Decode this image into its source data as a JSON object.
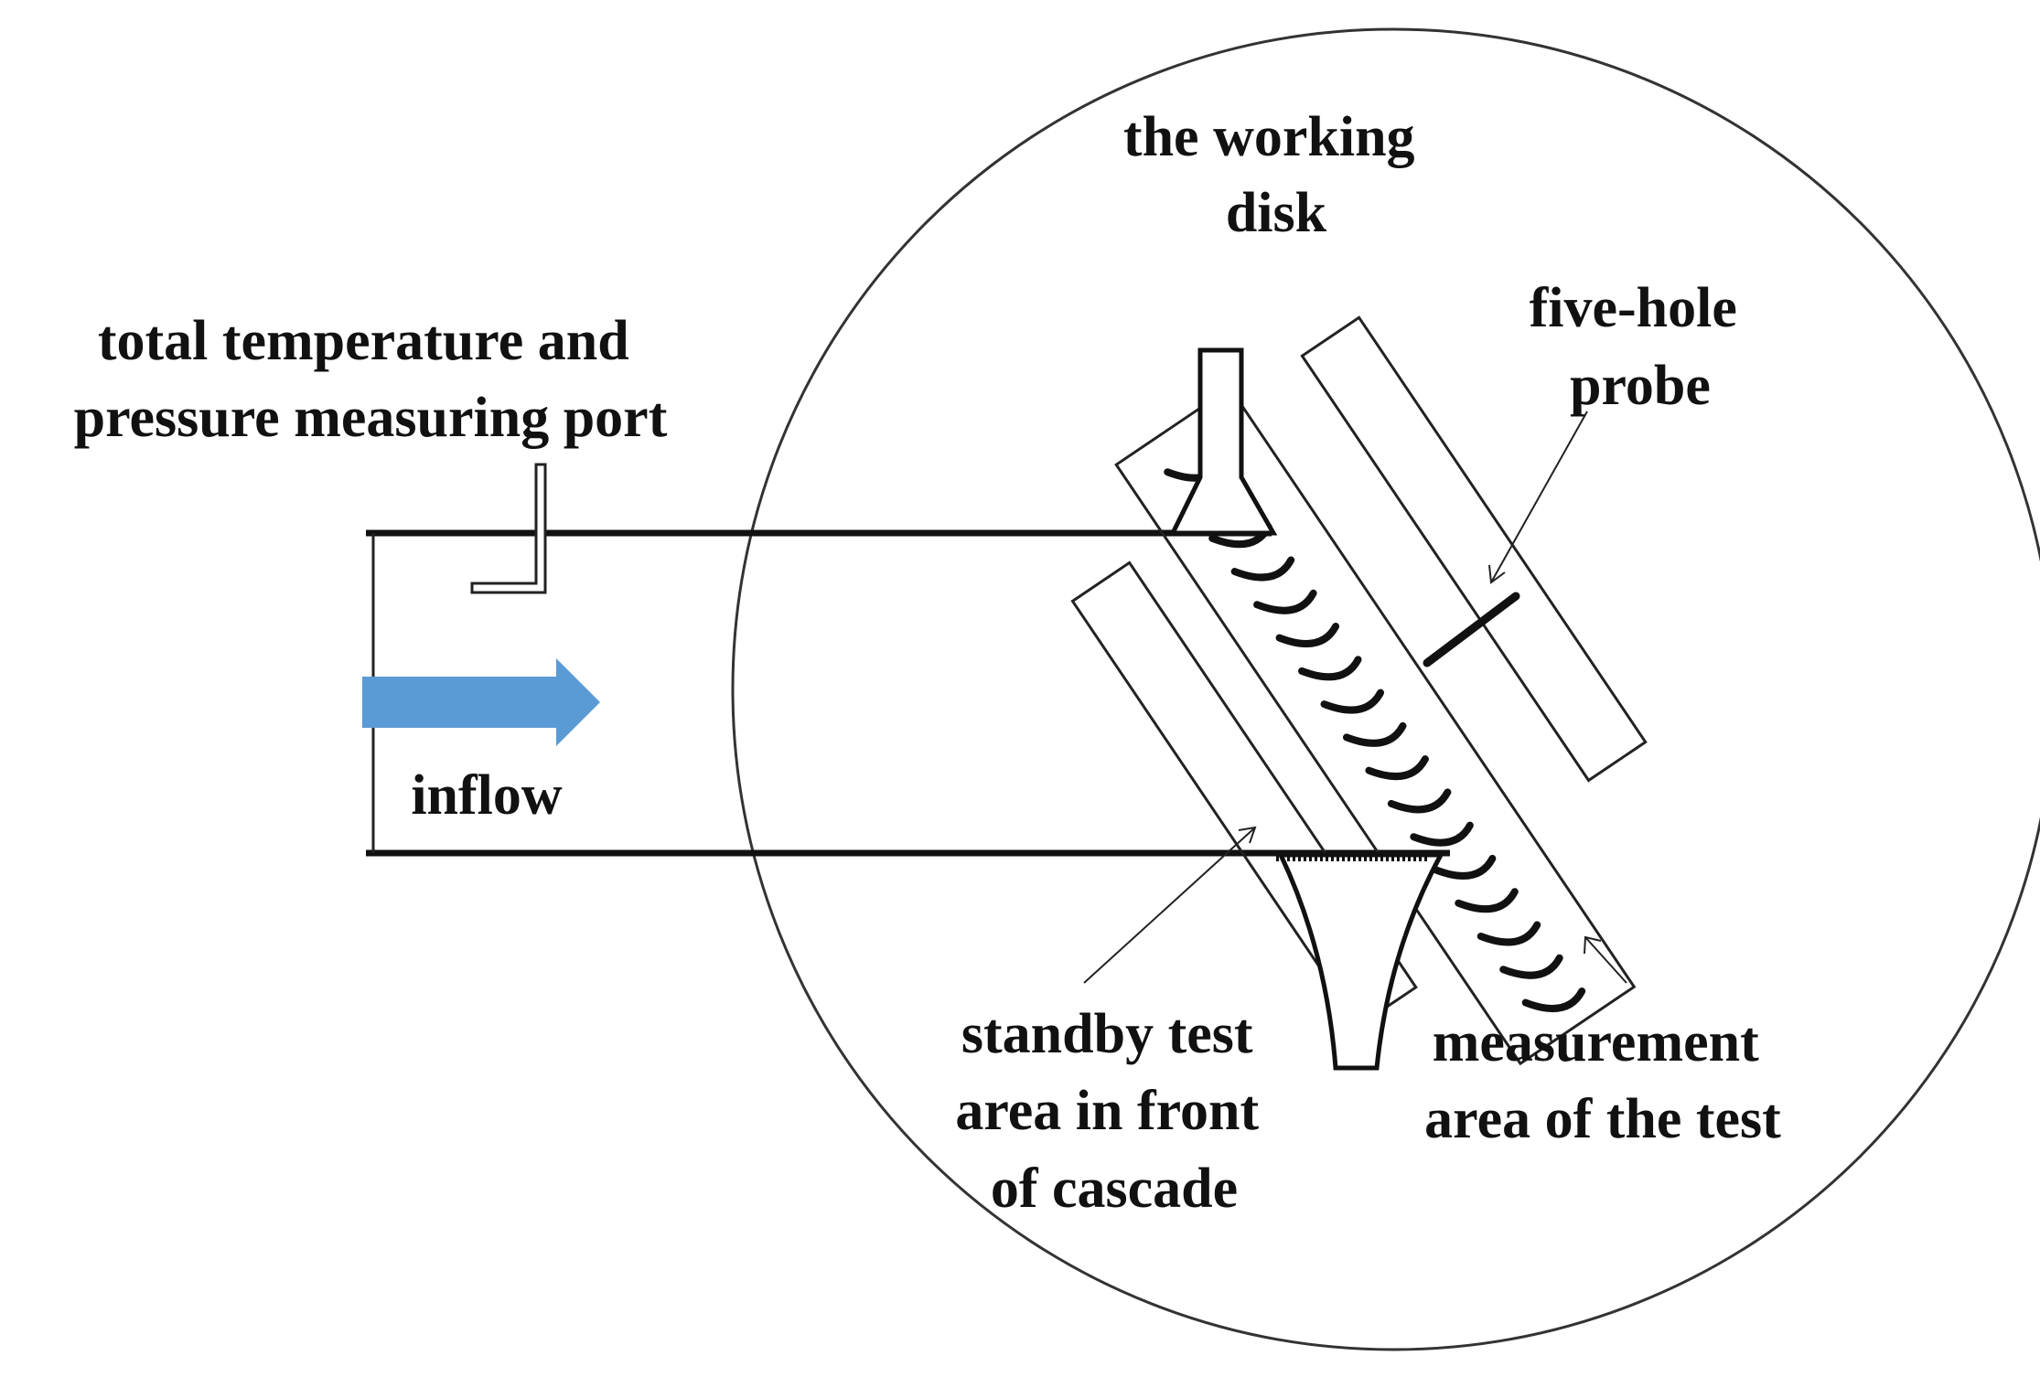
{
  "labels": {
    "working_disk": [
      "the working",
      "disk"
    ],
    "five_hole_probe": [
      "five-hole",
      "probe"
    ],
    "port": [
      "total temperature and",
      "pressure measuring port"
    ],
    "inflow": "inflow",
    "standby": [
      "standby test",
      "area in front",
      "of cascade"
    ],
    "measurement": [
      "measurement",
      "area of the test"
    ]
  },
  "colors": {
    "inflow_arrow": "#5B9BD5",
    "line": "#111111"
  }
}
